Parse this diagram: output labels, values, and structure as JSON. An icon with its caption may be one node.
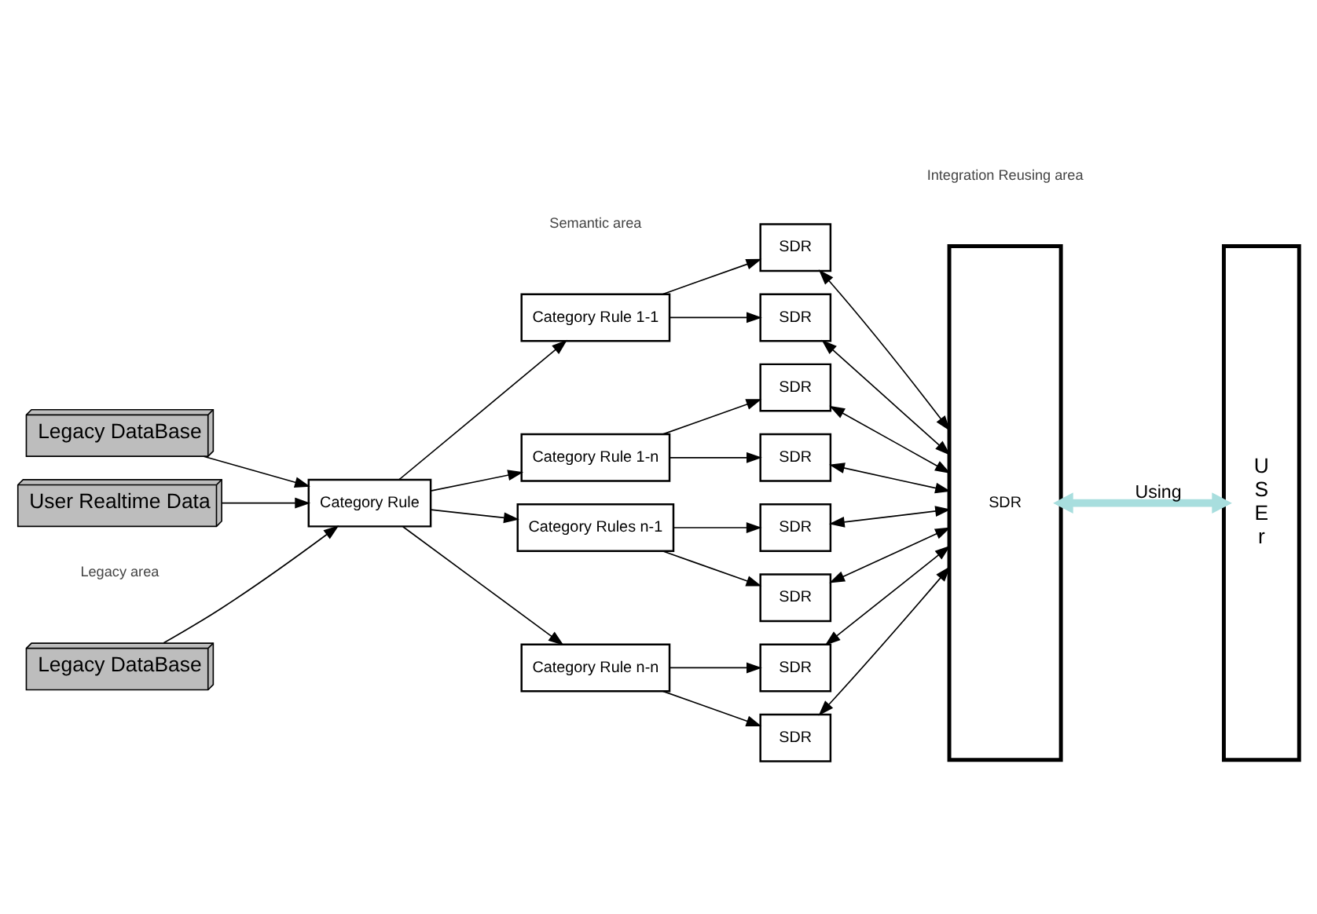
{
  "diagram": {
    "nodes": [
      {
        "text": [
          "Legacy DataBase"
        ]
      },
      {
        "text": [
          "Legacy DataBase"
        ]
      },
      {
        "text": [
          "User Realtime Data"
        ]
      },
      {
        "text": [
          "Category Rule"
        ]
      },
      {
        "text": [
          "Category Rule 1-1"
        ]
      },
      {
        "text": [
          "Category Rule 1-n"
        ]
      },
      {
        "text": [
          "Category Rules n-1"
        ]
      },
      {
        "text": [
          "Category Rule n-n"
        ]
      },
      {
        "text": [
          "SDR"
        ]
      },
      {
        "text": [
          "SDR"
        ]
      },
      {
        "text": [
          "SDR"
        ]
      },
      {
        "text": [
          "SDR"
        ]
      },
      {
        "text": [
          "SDR"
        ]
      },
      {
        "text": [
          "SDR"
        ]
      },
      {
        "text": [
          "SDR"
        ]
      },
      {
        "text": [
          "SDR"
        ]
      },
      {
        "text": [
          "SDR"
        ]
      },
      {
        "text": [
          "U S E r"
        ]
      }
    ],
    "edges": [
      {
        "from": 0,
        "to": 3,
        "arrow": "to"
      },
      {
        "from": 1,
        "to": 3,
        "arrow": "to"
      },
      {
        "from": 2,
        "to": 3,
        "arrow": "to"
      },
      {
        "from": 3,
        "to": 4,
        "arrow": "to"
      },
      {
        "from": 3,
        "to": 5,
        "arrow": "to"
      },
      {
        "from": 3,
        "to": 6,
        "arrow": "to"
      },
      {
        "from": 3,
        "to": 7,
        "arrow": "to"
      },
      {
        "from": 4,
        "to": 8,
        "arrow": "to"
      },
      {
        "from": 4,
        "to": 9,
        "arrow": "to"
      },
      {
        "from": 5,
        "to": 10,
        "arrow": "to"
      },
      {
        "from": 5,
        "to": 11,
        "arrow": "to"
      },
      {
        "from": 6,
        "to": 12,
        "arrow": "to"
      },
      {
        "from": 6,
        "to": 13,
        "arrow": "to"
      },
      {
        "from": 7,
        "to": 14,
        "arrow": "to"
      },
      {
        "from": 7,
        "to": 15,
        "arrow": "to"
      },
      {
        "from": 8,
        "to": 16,
        "arrow": "both"
      },
      {
        "from": 9,
        "to": 16,
        "arrow": "both"
      },
      {
        "from": 10,
        "to": 16,
        "arrow": "both"
      },
      {
        "from": 11,
        "to": 16,
        "arrow": "both"
      },
      {
        "from": 12,
        "to": 16,
        "arrow": "both"
      },
      {
        "from": 13,
        "to": 16,
        "arrow": "both"
      },
      {
        "from": 14,
        "to": 16,
        "arrow": "both"
      },
      {
        "from": 15,
        "to": 16,
        "arrow": "both"
      },
      {
        "from": 16,
        "to": 17,
        "arrow": "both",
        "label": "Using",
        "style": "thick",
        "color": "#a8dede"
      }
    ],
    "labels": [
      "Legacy area",
      "Semantic area",
      "Integration Reusing area"
    ]
  }
}
